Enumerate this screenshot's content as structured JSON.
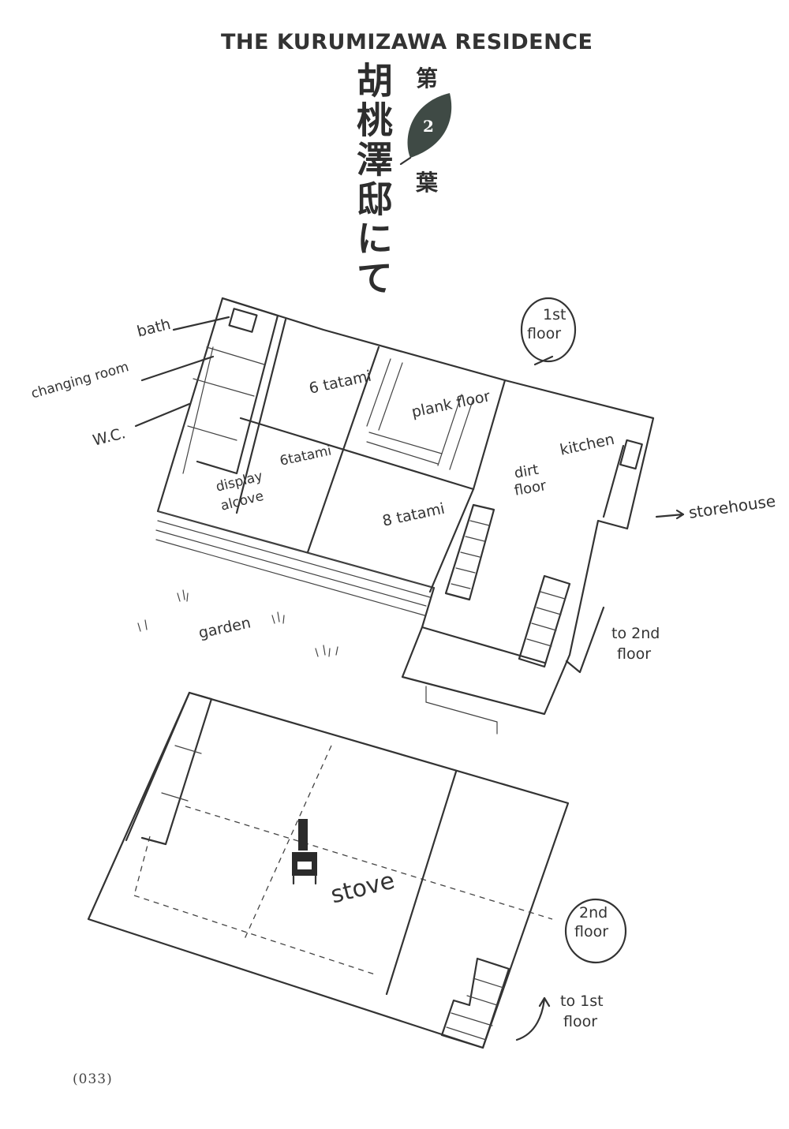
{
  "header": {
    "title": "THE KURUMIZAWA RESIDENCE",
    "vertical_title": "胡桃澤邸にて",
    "chapter_prefix": "第",
    "chapter_number": "2",
    "chapter_suffix": "葉"
  },
  "first_floor": {
    "floor_label_line1": "1st",
    "floor_label_line2": "floor",
    "rooms": {
      "bath": "bath",
      "changing_room": "changing room",
      "wc": "W.C.",
      "tatami_6_a": "6 tatami",
      "tatami_6_b": "6tatami",
      "plank_floor": "plank floor",
      "kitchen": "kitchen",
      "dirt_floor_line1": "dirt",
      "dirt_floor_line2": "floor",
      "display_alcove_line1": "display",
      "display_alcove_line2": "alcove",
      "tatami_8": "8 tatami"
    },
    "storehouse": "storehouse",
    "garden": "garden",
    "to_2nd_line1": "to 2nd",
    "to_2nd_line2": "floor"
  },
  "second_floor": {
    "floor_label_line1": "2nd",
    "floor_label_line2": "floor",
    "stove": "stove",
    "to_1st_line1": "to 1st",
    "to_1st_line2": "floor"
  },
  "page_number": "(033)",
  "colors": {
    "ink": "#333333",
    "leaf": "#3f4a45"
  }
}
